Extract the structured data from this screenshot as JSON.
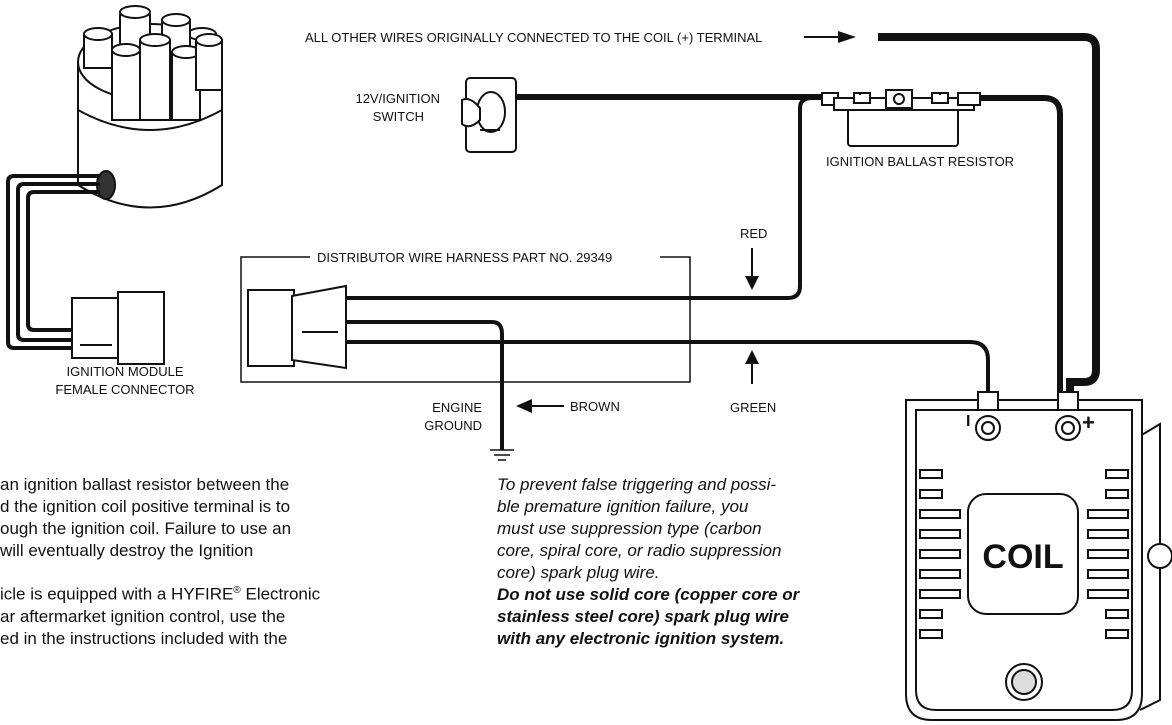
{
  "labels": {
    "all_other_wires": "ALL OTHER WIRES ORIGINALLY CONNECTED TO THE COIL (+) TERMINAL",
    "switch_line1": "12V/IGNITION",
    "switch_line2": "SWITCH",
    "ballast_resistor": "IGNITION BALLAST RESISTOR",
    "harness": "DISTRIBUTOR WIRE HARNESS PART NO. 29349",
    "red": "RED",
    "green": "GREEN",
    "brown": "BROWN",
    "engine_ground_line1": "ENGINE",
    "engine_ground_line2": "GROUND",
    "module_connector_line1": "IGNITION MODULE",
    "module_connector_line2": "FEMALE CONNECTOR",
    "coil": "COIL",
    "coil_neg": "I",
    "coil_pos": "+"
  },
  "left_note": {
    "p1_line1": "an ignition ballast resistor between the",
    "p1_line2": "d the ignition coil positive terminal is to",
    "p1_line3": "ough the ignition coil. Failure to use an",
    "p1_line4": "will eventually destroy the Ignition",
    "p2_line1_a": "icle is equipped with a HYFIRE",
    "p2_line1_reg": "®",
    "p2_line1_b": " Electronic",
    "p2_line2": "ar aftermarket ignition control, use the",
    "p2_line3": "ed in the instructions included with the"
  },
  "right_note": {
    "line1": "To prevent false triggering and possi-",
    "line2": "ble premature ignition failure, you",
    "line3": "must use suppression type (carbon",
    "line4": "core, spiral core, or radio suppression",
    "line5": "core) spark plug wire.",
    "bold_line1": "Do not use solid core (copper core or",
    "bold_line2": "stainless steel core) spark plug wire",
    "bold_line3": "with any electronic ignition system."
  }
}
